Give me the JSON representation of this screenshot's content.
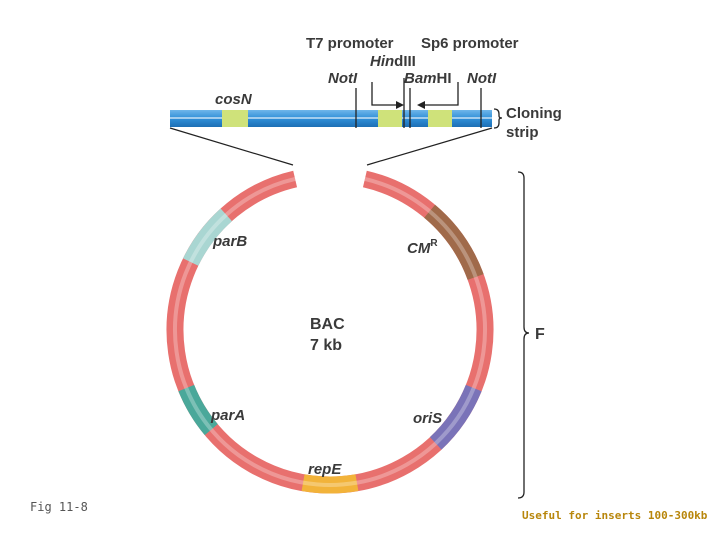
{
  "labels": {
    "t7_promoter": "T7 promoter",
    "sp6_promoter": "Sp6 promoter",
    "hindiii_ital": "Hin",
    "hindiii_rest": "dIII",
    "noti_left": "NotI",
    "bamhi_ital": "Bam",
    "bamhi_rest": "HI",
    "noti_right": "NotI",
    "cosn": "cosN",
    "cloning_line1": "Cloning",
    "cloning_line2": "strip",
    "parb": "parB",
    "cmr": "CM",
    "cmr_sup": "R",
    "bac_line1": "BAC",
    "bac_line2": "7 kb",
    "f": "F",
    "para": "parA",
    "oris": "oriS",
    "repe": "repE"
  },
  "caption": "Fig 11-8",
  "note": "Useful for inserts 100-300kb",
  "colors": {
    "ring": "#e8706e",
    "strip_blue": "#2f8fd8",
    "yellow_green": "#cfe27a",
    "brown": "#a06a4a",
    "light_teal": "#a9d6d2",
    "teal": "#4aa89a",
    "purple": "#7a73b8",
    "yellow": "#f2b33a",
    "text": "#3a3a3a"
  }
}
